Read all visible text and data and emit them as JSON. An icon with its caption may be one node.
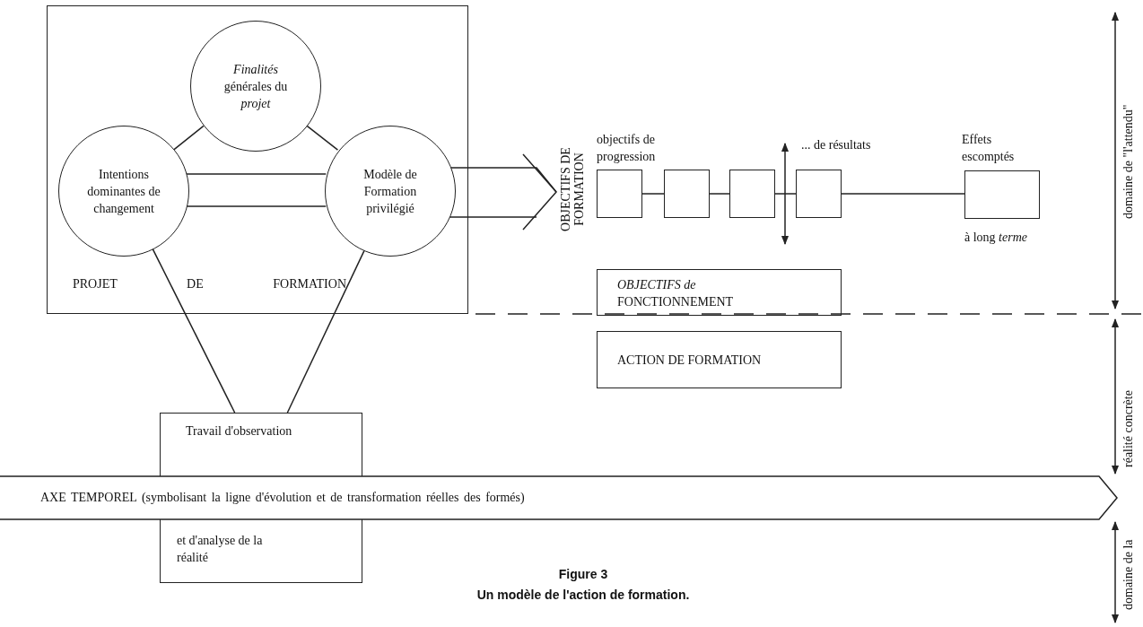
{
  "diagram": {
    "title": "Figure 3",
    "caption": "Un modèle de l'action de formation.",
    "nodes": [
      {
        "text": [
          "PROJET DE FORMATION"
        ]
      },
      {
        "text": [
          "*Finalités* générales du *projet*"
        ],
        "in": 0
      },
      {
        "text": [
          "Intentions dominantes de changement"
        ],
        "in": 0
      },
      {
        "text": [
          "Modèle de Formation privilégié"
        ],
        "in": 0
      },
      {
        "text": [
          "OBJECTIFS DE FORMATION"
        ]
      },
      {
        "text": [],
        "shape": "box",
        "beside": [
          "objectifs de progression"
        ]
      },
      {
        "text": [],
        "shape": "box"
      },
      {
        "text": [],
        "shape": "box"
      },
      {
        "text": [],
        "shape": "box",
        "beside": [
          "... de résultats"
        ]
      },
      {
        "text": [],
        "shape": "box",
        "beside": [
          "Effets escomptés",
          "à long *terme*"
        ]
      },
      {
        "text": [
          "*OBJECTIFS de* FONCTIONNEMENT"
        ]
      },
      {
        "text": [
          "ACTION DE FORMATION"
        ]
      },
      {
        "text": [
          "Travail d'observation"
        ]
      },
      {
        "text": [
          "AXE TEMPOREL (symbolisant la ligne d'évolution et de transformation réelles des formés)"
        ]
      },
      {
        "text": [
          "et d'analyse de la réalité"
        ]
      }
    ],
    "edges": [
      {
        "from": 1,
        "to": 2,
        "arrow": "none"
      },
      {
        "from": 1,
        "to": 3,
        "arrow": "none"
      },
      {
        "from": 2,
        "to": 3,
        "arrow": "none"
      },
      {
        "from": 2,
        "to": 3,
        "arrow": "none"
      },
      {
        "from": 3,
        "to": 4,
        "arrow": "to"
      },
      {
        "from": 5,
        "to": 6,
        "arrow": "none"
      },
      {
        "from": 6,
        "to": 7,
        "arrow": "none"
      },
      {
        "from": 7,
        "to": 8,
        "arrow": "none"
      },
      {
        "from": 8,
        "to": 9,
        "arrow": "none"
      },
      {
        "from": 2,
        "to": 12,
        "arrow": "none"
      },
      {
        "from": 3,
        "to": 12,
        "arrow": "none"
      }
    ],
    "labels": [
      "domaine de \"l'attendu\"",
      "domaine de la",
      "réalité concrète"
    ]
  }
}
